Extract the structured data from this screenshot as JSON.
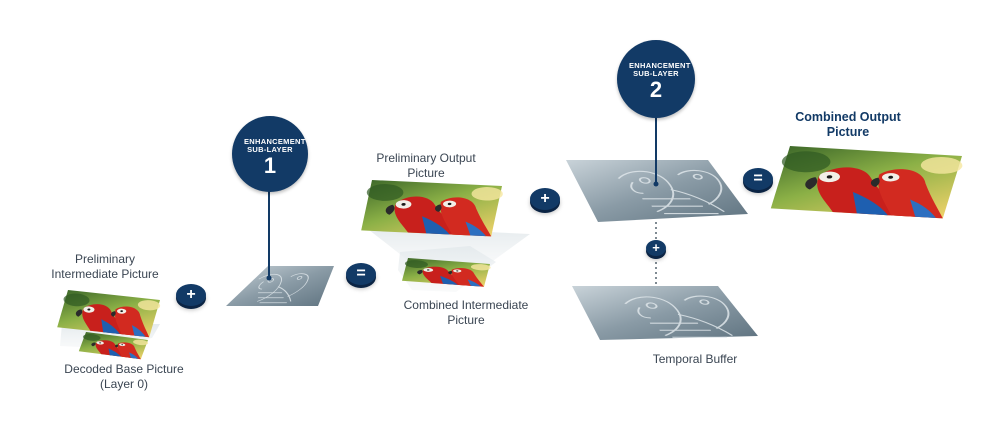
{
  "labels": {
    "preliminary_intermediate": "Preliminary Intermediate Picture",
    "decoded_base": [
      "Decoded Base Picture",
      "(Layer 0)"
    ],
    "preliminary_output": "Preliminary Output Picture",
    "combined_intermediate": "Combined Intermediate Picture",
    "temporal_buffer": "Temporal Buffer",
    "combined_output": "Combined Output Picture"
  },
  "badges": [
    {
      "title": "ENHANCEMENT SUB-LAYER",
      "number": "1"
    },
    {
      "title": "ENHANCEMENT SUB-LAYER",
      "number": "2"
    }
  ],
  "operators": {
    "plus": "+",
    "equals": "="
  },
  "colors": {
    "badge": "#123a66",
    "label_text": "#3a4552",
    "residual_plane": "#8a9ba6"
  }
}
